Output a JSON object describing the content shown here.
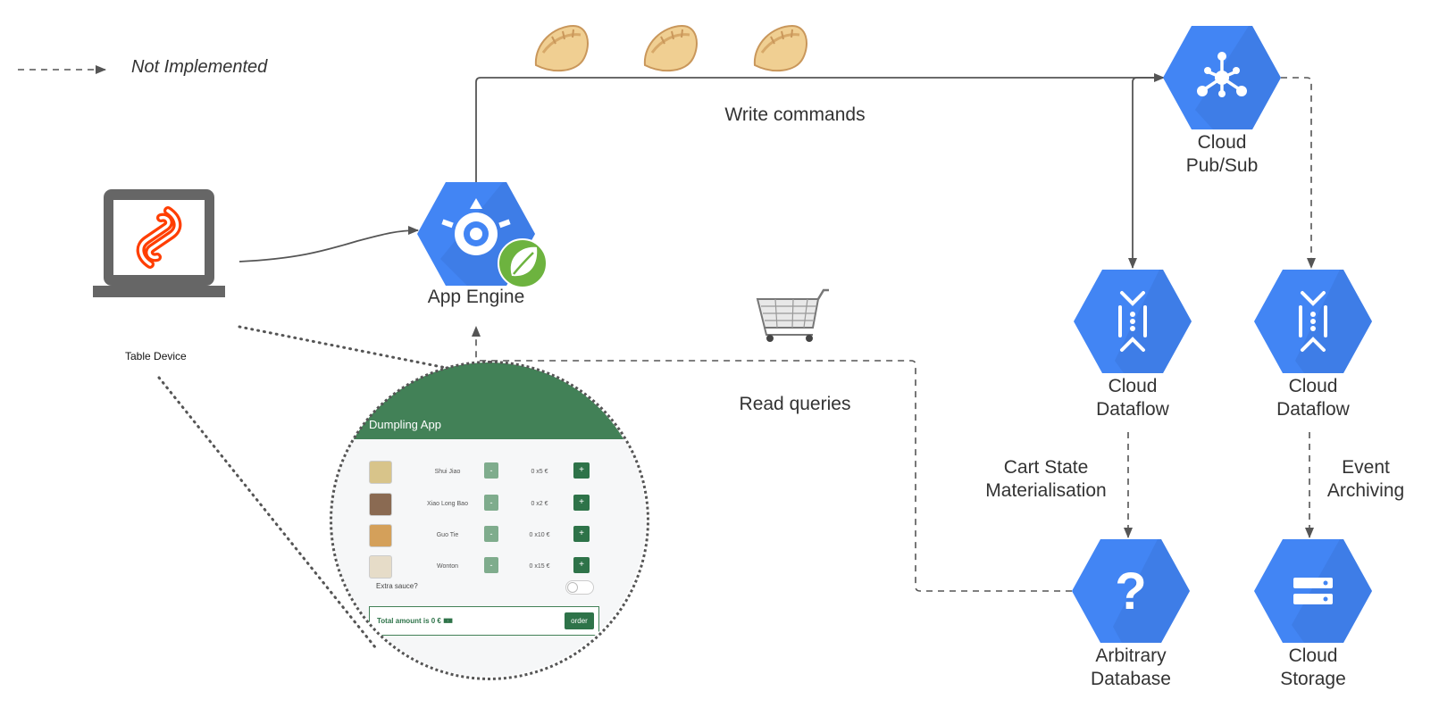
{
  "legend": {
    "text": "Not Implemented"
  },
  "devices": {
    "table_device": "Table Device"
  },
  "nodes": {
    "app_engine": "App Engine",
    "pubsub": [
      "Cloud",
      "Pub/Sub"
    ],
    "dataflow_1": [
      "Cloud",
      "Dataflow"
    ],
    "dataflow_2": [
      "Cloud",
      "Dataflow"
    ],
    "database": [
      "Arbitrary",
      "Database"
    ],
    "storage": [
      "Cloud",
      "Storage"
    ]
  },
  "edges": {
    "write": "Write commands",
    "read": "Read queries",
    "cart_state": [
      "Cart State",
      "Materialisation"
    ],
    "archiving": [
      "Event",
      "Archiving"
    ]
  },
  "app": {
    "title": "Dumpling App",
    "items": [
      {
        "name": "Shui Jiao",
        "price": "0 x5 €"
      },
      {
        "name": "Xiao Long Bao",
        "price": "0 x2 €"
      },
      {
        "name": "Guo Tie",
        "price": "0 x10 €"
      },
      {
        "name": "Wonton",
        "price": "0 x15 €"
      }
    ],
    "minus_label": "-",
    "plus_label": "+",
    "extra_sauce": "Extra sauce?",
    "total": "Total amount is 0 € 🀰",
    "order_button": "order"
  },
  "icons": {
    "legend_arrow": "dashed-arrow-icon",
    "laptop": "laptop-svelte-icon",
    "app_engine": "app-engine-hexagon-icon",
    "spring": "spring-leaf-icon",
    "pubsub": "pubsub-hexagon-icon",
    "dataflow": "dataflow-hexagon-icon",
    "database": "question-hexagon-icon",
    "storage": "storage-hexagon-icon",
    "dumpling": "dumpling-emoji-icon",
    "cart": "shopping-cart-icon"
  },
  "colors": {
    "gcp_blue": "#4285f4",
    "gcp_blue_shadow": "#3a76da",
    "svelte_orange": "#ff3e00",
    "spring_green": "#6db33f",
    "app_green": "#428157",
    "line": "#555555"
  }
}
